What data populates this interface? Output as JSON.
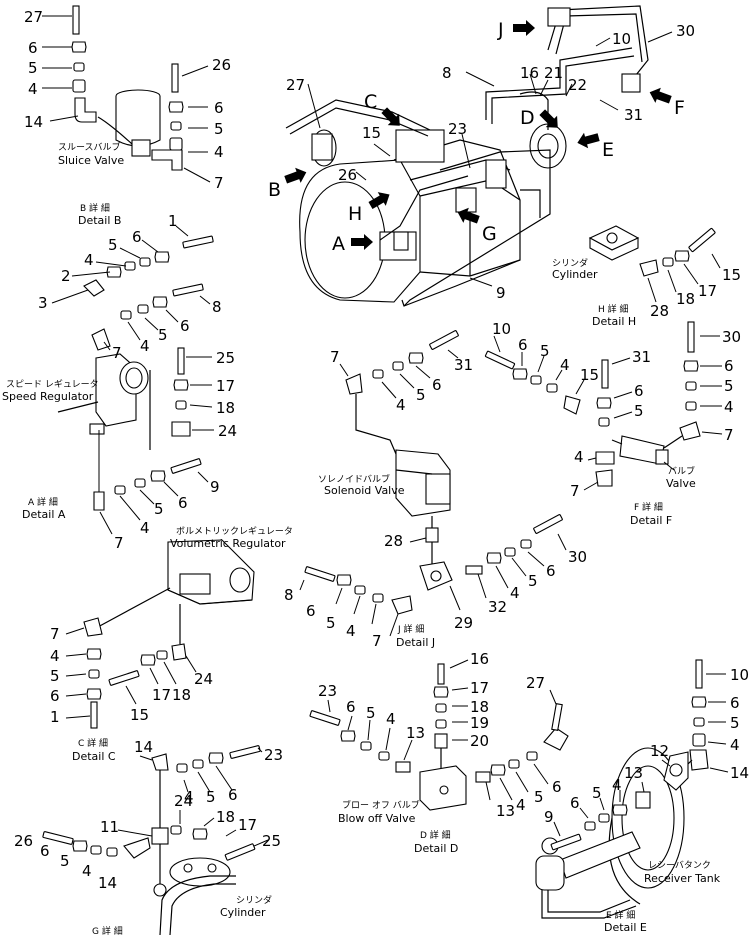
{
  "callouts": {
    "n27a": "27",
    "n6a": "6",
    "n5a": "5",
    "n4a": "4",
    "n14a": "14",
    "n26a": "26",
    "n6b": "6",
    "n5b": "5",
    "n4b": "4",
    "n7a": "7",
    "n1a": "1",
    "n6c": "6",
    "n5c": "5",
    "n4c": "4",
    "n2a": "2",
    "n3a": "3",
    "n8a": "8",
    "n6d": "6",
    "n5d": "5",
    "n4d": "4",
    "n7b": "7",
    "n25a": "25",
    "n17a": "17",
    "n18a": "18",
    "n24a": "24",
    "n9a": "9",
    "n6e": "6",
    "n5e": "5",
    "n4e": "4",
    "n7c": "7",
    "n7d": "7",
    "n4f": "4",
    "n5f": "5",
    "n6f": "6",
    "n1b": "1",
    "n15a": "15",
    "n17b": "17",
    "n18b": "18",
    "n24b": "24",
    "n14b": "14",
    "n11a": "11",
    "n24c": "24",
    "n4g": "4",
    "n5g": "5",
    "n6g": "6",
    "n23a": "23",
    "n26b": "26",
    "n6h": "6",
    "n5h": "5",
    "n4h": "4",
    "n14c": "14",
    "n18c": "18",
    "n17c": "17",
    "n25b": "25",
    "n27b": "27",
    "n8b": "8",
    "n16a": "16",
    "n21a": "21",
    "n22a": "22",
    "n10a": "10",
    "n30a": "30",
    "n31a": "31",
    "n15b": "15",
    "n23b": "23",
    "n26c": "26",
    "n9b": "9",
    "n28a": "28",
    "n18d": "18",
    "n17d": "17",
    "n15c": "15",
    "n7e": "7",
    "n4i": "4",
    "n5i": "5",
    "n6i": "6",
    "n31b": "31",
    "n10b": "10",
    "n6j": "6",
    "n5j": "5",
    "n4j": "4",
    "n15d": "15",
    "n30b": "30",
    "n6k": "6",
    "n5k": "5",
    "n4k": "4",
    "n7f": "7",
    "n31c": "31",
    "n6l": "6",
    "n5l": "5",
    "n4l": "4",
    "n7g": "7",
    "n28b": "28",
    "n30c": "30",
    "n6m": "6",
    "n5m": "5",
    "n4m": "4",
    "n32a": "32",
    "n8c": "8",
    "n6n": "6",
    "n5n": "5",
    "n4n": "4",
    "n7h": "7",
    "n29a": "29",
    "n16b": "16",
    "n17e": "17",
    "n18e": "18",
    "n19a": "19",
    "n20a": "20",
    "n23c": "23",
    "n6o": "6",
    "n5o": "5",
    "n4o": "4",
    "n13a": "13",
    "n27c": "27",
    "n6p": "6",
    "n5p": "5",
    "n4p": "4",
    "n13b": "13",
    "n10c": "10",
    "n6q": "6",
    "n5q": "5",
    "n4q": "4",
    "n14d": "14",
    "n12a": "12",
    "n13c": "13",
    "n4r": "4",
    "n5r": "5",
    "n6r": "6",
    "n9c": "9"
  },
  "arrows": {
    "J": "J",
    "C": "C",
    "F": "F",
    "D": "D",
    "E": "E",
    "B": "B",
    "H": "H",
    "A": "A",
    "G": "G"
  },
  "labels": {
    "sluice_jp": "スルースバルブ",
    "sluice_en": "Sluice Valve",
    "detB_jp": "B 詳 細",
    "detB_en": "Detail B",
    "speed_jp": "スピード レギュレータ",
    "speed_en": "Speed Regulator",
    "detA_jp": "A 詳 細",
    "detA_en": "Detail A",
    "vol_jp": "ボルメトリックレギュレータ",
    "vol_en": "Volumetric Regulator",
    "detC_jp": "C 詳 細",
    "detC_en": "Detail C",
    "detG_jp": "G 詳 細",
    "cylG_jp": "シリンダ",
    "cylG_en": "Cylinder",
    "cylH_jp": "シリンダ",
    "cylH_en": "Cylinder",
    "detH_jp": "H 詳 細",
    "detH_en": "Detail H",
    "sol_jp": "ソレノイドバルブ",
    "sol_en": "Solenoid Valve",
    "detJ_jp": "J 詳 細",
    "detJ_en": "Detail J",
    "valveF_jp": "バルブ",
    "valveF_en": "Valve",
    "detF_jp": "F 詳 細",
    "detF_en": "Detail F",
    "blow_jp": "ブロー オフ バルブ",
    "blow_en": "Blow off Valve",
    "detD_jp": "D 詳 細",
    "detD_en": "Detail D",
    "recv_jp": "レシーバタンク",
    "recv_en": "Receiver Tank",
    "detE_jp": "E 詳 細",
    "detE_en": "Detail E"
  }
}
